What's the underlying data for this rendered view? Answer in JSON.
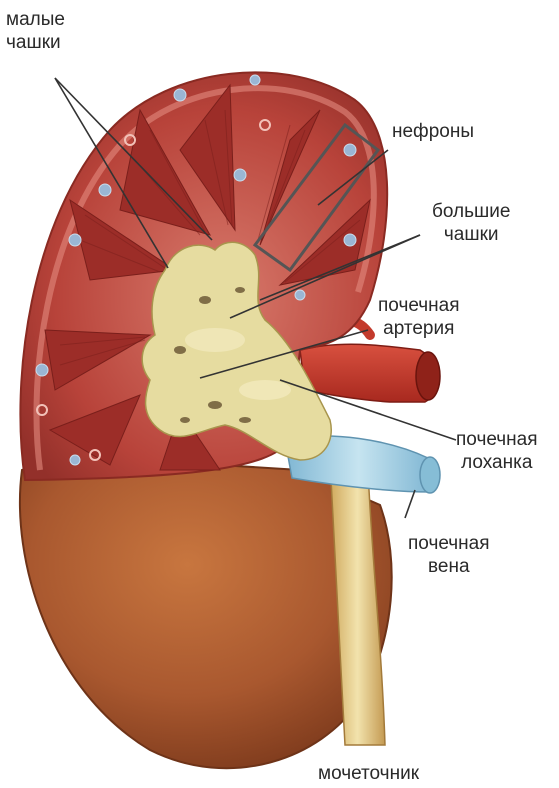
{
  "labels": {
    "minor_calyces": [
      "малые",
      "чашки"
    ],
    "nephrons": "нефроны",
    "major_calyces": [
      "большие",
      "чашки"
    ],
    "renal_artery": [
      "почечная",
      "артерия"
    ],
    "renal_pelvis": [
      "почечная",
      "лоханка"
    ],
    "renal_vein": [
      "почечная",
      "вена"
    ],
    "ureter": "мочеточник"
  },
  "colors": {
    "cortex": "#b8433a",
    "cortex_light": "#d4665a",
    "pyramid": "#9c2d28",
    "capsule_lower": "#a9582f",
    "pelvis": "#e6dca0",
    "artery": "#c33a2c",
    "vein": "#9ccbe0",
    "ureter": "#e8d08c",
    "leader_line": "#333333"
  }
}
